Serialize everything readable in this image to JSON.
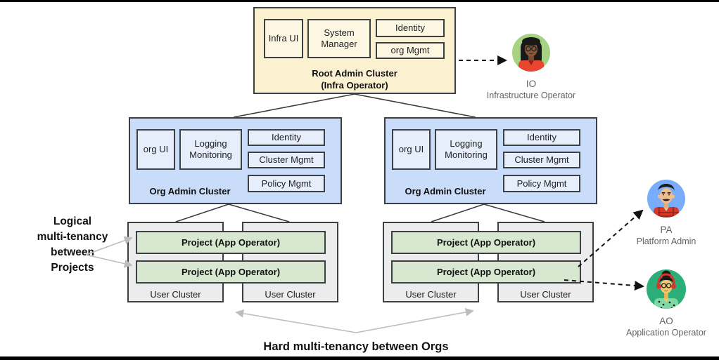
{
  "root_cluster": {
    "modules": [
      "Infra UI",
      "System Manager",
      "Identity",
      "org Mgmt"
    ],
    "label": "Root Admin Cluster\n(Infra Operator)"
  },
  "org_clusters": [
    {
      "org_ui": "org UI",
      "logging": "Logging Monitoring",
      "identity": "Identity",
      "cluster_mgmt": "Cluster Mgmt",
      "policy_mgmt": "Policy Mgmt",
      "label": "Org Admin Cluster"
    },
    {
      "org_ui": "org UI",
      "logging": "Logging Monitoring",
      "identity": "Identity",
      "cluster_mgmt": "Cluster Mgmt",
      "policy_mgmt": "Policy Mgmt",
      "label": "Org Admin Cluster"
    }
  ],
  "user_groups": [
    {
      "projects": [
        "Project (App Operator)",
        "Project (App Operator)"
      ],
      "clusters": [
        "User Cluster",
        "User Cluster"
      ]
    },
    {
      "projects": [
        "Project (App Operator)",
        "Project (App Operator)"
      ],
      "clusters": [
        "User Cluster",
        "User Cluster"
      ]
    }
  ],
  "annotations": {
    "logical": "Logical\nmulti-tenancy\nbetween\nProjects",
    "hard": "Hard multi-tenancy between Orgs"
  },
  "actors": [
    {
      "abbr": "IO",
      "name": "Infrastructure Operator",
      "avatar_color": "#A5D383"
    },
    {
      "abbr": "PA",
      "name": "Platform Admin",
      "avatar_color": "#79ACFA"
    },
    {
      "abbr": "AO",
      "name": "Application Operator",
      "avatar_color": "#2BAE78"
    }
  ],
  "colors": {
    "root_fill": "#FBF0D0",
    "root_module_fill": "#FDF7E2",
    "org_fill": "#C9DCF9",
    "org_module_fill": "#E7EEFB",
    "project_fill": "#D8E8D0",
    "user_cluster_fill": "#ECECEC",
    "border": "#3c4043",
    "gray_arrow": "#BDBDBD",
    "label_gray": "#5F6368"
  }
}
